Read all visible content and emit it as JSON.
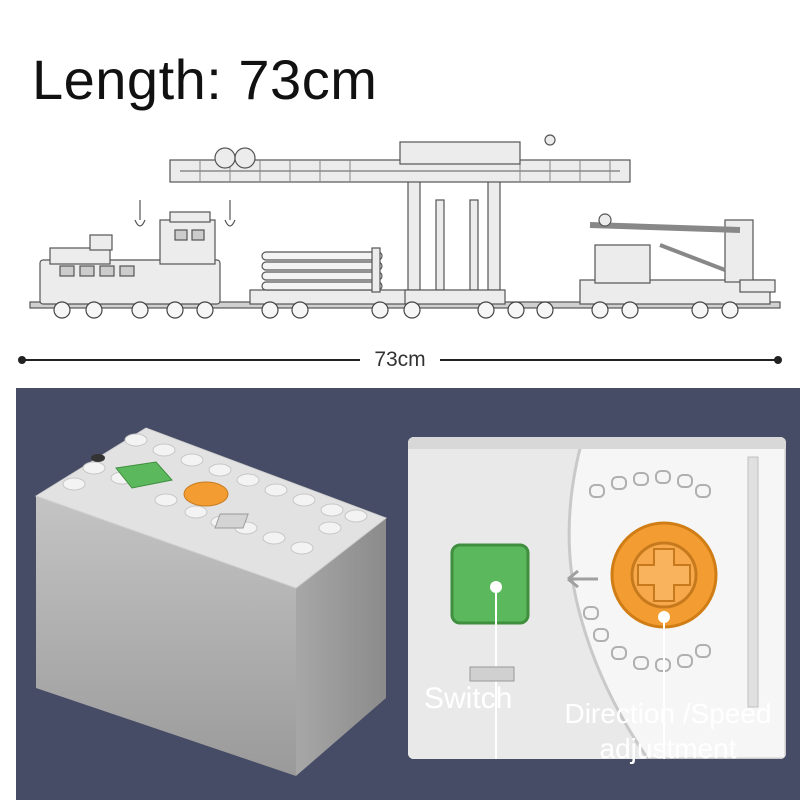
{
  "header": {
    "title_prefix": "Length:",
    "title_value": "73cm"
  },
  "dimension": {
    "label": "73cm"
  },
  "closeup": {
    "switch_label": "Switch",
    "direction_label_line1": "Direction /Speed",
    "direction_label_line2": "adjustment"
  },
  "colors": {
    "background_panel": "#464b66",
    "switch_green": "#5cb85c",
    "dial_orange": "#f39c32",
    "box_gray": "#b8b8b8"
  }
}
